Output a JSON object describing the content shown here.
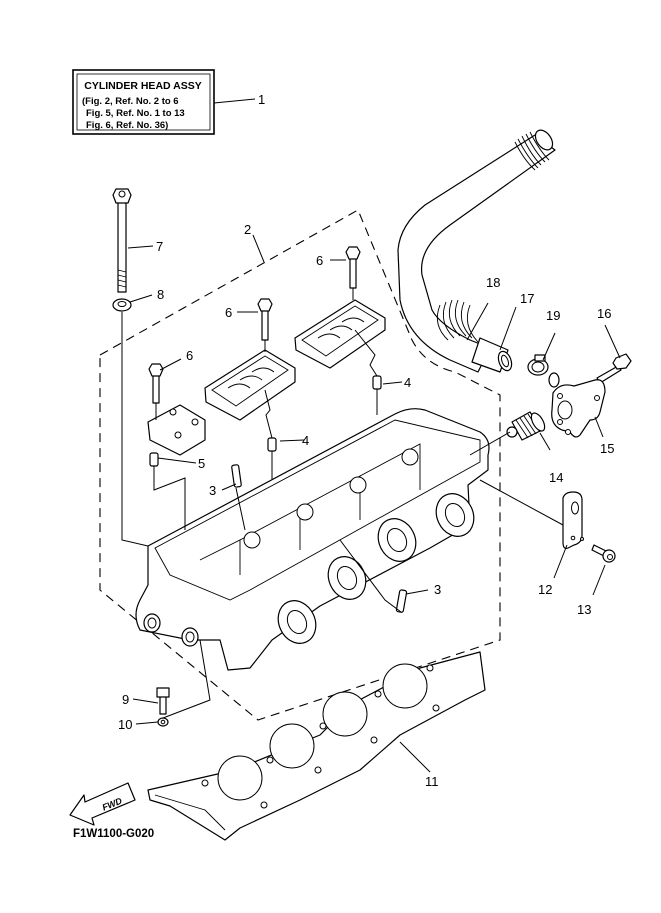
{
  "diagram": {
    "title_box": {
      "title": "CYLINDER HEAD ASSY",
      "lines": [
        "(Fig. 2, Ref. No. 2 to 6",
        "Fig. 5, Ref. No. 1 to 13",
        "Fig. 6, Ref. No. 36)"
      ]
    },
    "figure_code": "F1W1100-G020",
    "direction_indicator": "FWD",
    "callouts": [
      {
        "ref": "1",
        "part": "cylinder-head-assy"
      },
      {
        "ref": "2",
        "part": "cylinder-head-group"
      },
      {
        "ref": "3",
        "part": "valve-guide"
      },
      {
        "ref": "3",
        "part": "valve-guide"
      },
      {
        "ref": "4",
        "part": "dowel-pin"
      },
      {
        "ref": "4",
        "part": "dowel-pin"
      },
      {
        "ref": "5",
        "part": "dowel-pin"
      },
      {
        "ref": "6",
        "part": "bolt"
      },
      {
        "ref": "6",
        "part": "bolt"
      },
      {
        "ref": "6",
        "part": "bolt"
      },
      {
        "ref": "7",
        "part": "head-bolt"
      },
      {
        "ref": "8",
        "part": "washer"
      },
      {
        "ref": "9",
        "part": "bolt"
      },
      {
        "ref": "10",
        "part": "washer"
      },
      {
        "ref": "11",
        "part": "head-gasket"
      },
      {
        "ref": "12",
        "part": "bracket"
      },
      {
        "ref": "13",
        "part": "bolt"
      },
      {
        "ref": "14",
        "part": "thermostat"
      },
      {
        "ref": "15",
        "part": "thermostat-cover"
      },
      {
        "ref": "16",
        "part": "bolt"
      },
      {
        "ref": "17",
        "part": "pipe"
      },
      {
        "ref": "18",
        "part": "hose"
      },
      {
        "ref": "19",
        "part": "clamp"
      }
    ]
  }
}
